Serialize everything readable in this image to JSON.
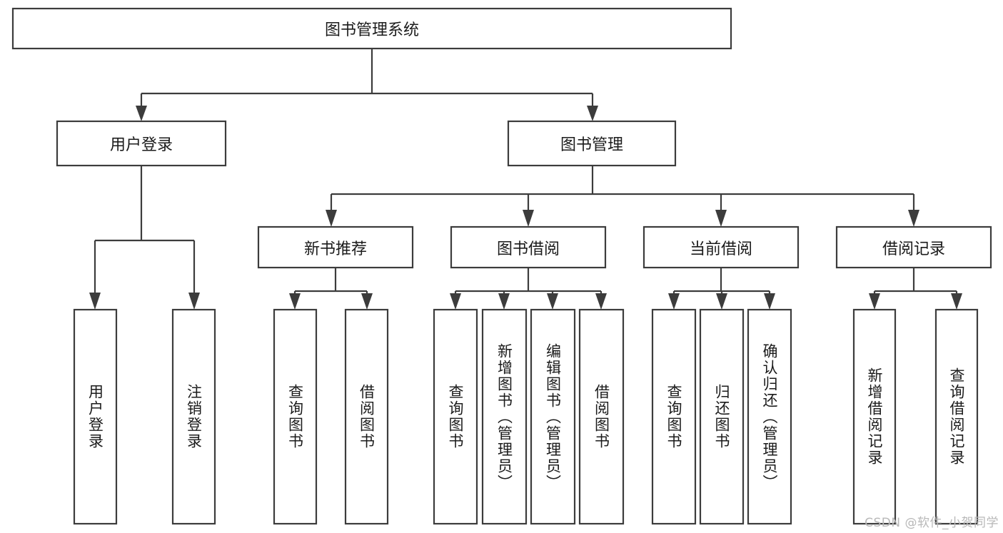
{
  "diagram": {
    "type": "tree-hierarchy",
    "title": "图书管理系统",
    "watermark": "CSDN @软件_小贺同学",
    "colors": {
      "stroke": "#3c3c3c",
      "fill": "#ffffff",
      "text": "#1b1b1b",
      "watermark": "#b8b8b8",
      "background": "#ffffff"
    },
    "root": {
      "label": "图书管理系统",
      "orientation": "horizontal"
    },
    "level2": [
      {
        "label": "用户登录",
        "orientation": "horizontal"
      },
      {
        "label": "图书管理",
        "orientation": "horizontal"
      }
    ],
    "level3": [
      {
        "label": "新书推荐",
        "orientation": "horizontal"
      },
      {
        "label": "图书借阅",
        "orientation": "horizontal"
      },
      {
        "label": "当前借阅",
        "orientation": "horizontal"
      },
      {
        "label": "借阅记录",
        "orientation": "horizontal"
      }
    ],
    "leaves": {
      "user_login": [
        {
          "label": "用户登录",
          "orientation": "vertical"
        },
        {
          "label": "注销登录",
          "orientation": "vertical"
        }
      ],
      "new_book_recommend": [
        {
          "label": "查询图书",
          "orientation": "vertical"
        },
        {
          "label": "借阅图书",
          "orientation": "vertical"
        }
      ],
      "book_borrow": [
        {
          "label": "查询图书",
          "orientation": "vertical"
        },
        {
          "label": "新增图书（管理员）",
          "orientation": "vertical"
        },
        {
          "label": "编辑图书（管理员）",
          "orientation": "vertical"
        },
        {
          "label": "借阅图书",
          "orientation": "vertical"
        }
      ],
      "current_borrow": [
        {
          "label": "查询图书",
          "orientation": "vertical"
        },
        {
          "label": "归还图书",
          "orientation": "vertical"
        },
        {
          "label": "确认归还（管理员）",
          "orientation": "vertical"
        }
      ],
      "borrow_record": [
        {
          "label": "新增借阅记录",
          "orientation": "vertical"
        },
        {
          "label": "查询借阅记录",
          "orientation": "vertical"
        }
      ]
    }
  }
}
